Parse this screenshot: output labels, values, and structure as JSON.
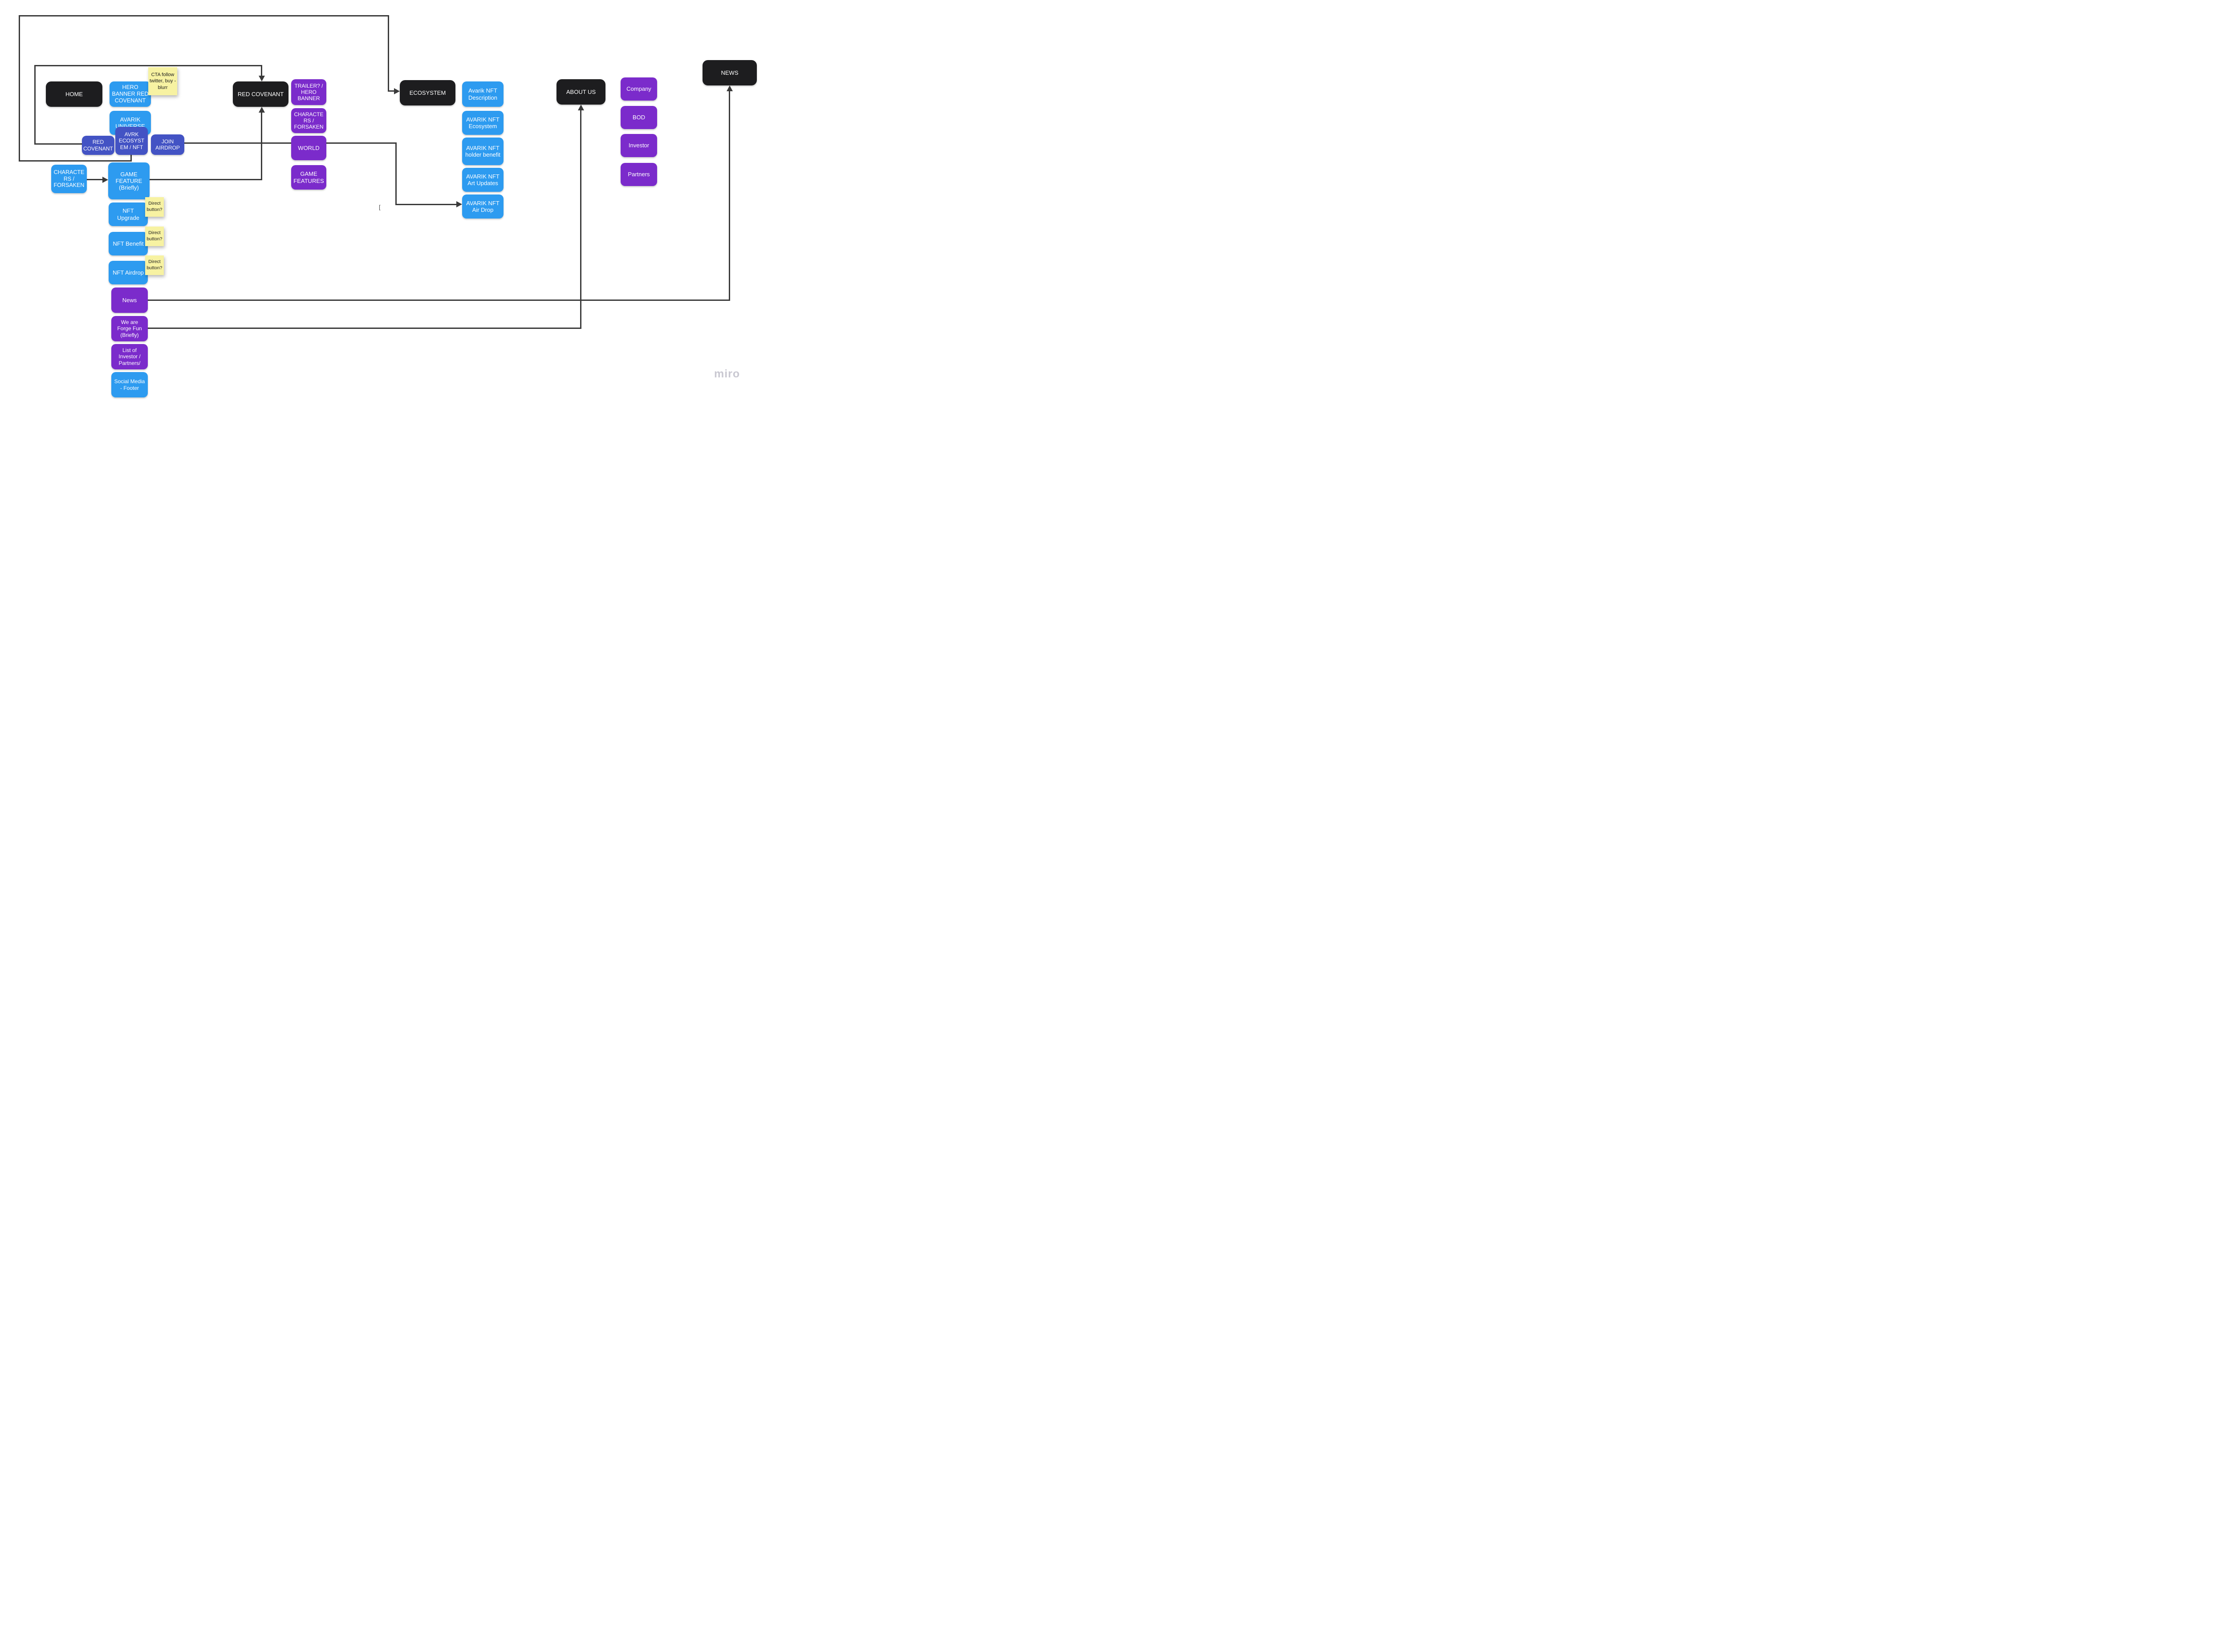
{
  "board": {
    "watermark": "miro",
    "strayGlyph": "[",
    "colors": {
      "page_black": "#1d1d1f",
      "section_blue": "#2d9bf0",
      "section_indigo": "#4353c4",
      "section_purple": "#7b2bcb",
      "sticky_yellow": "#f7f2a2",
      "connector_gray": "#3a3a3a",
      "watermark_gray": "#c9c8d1",
      "text_white": "#ffffff",
      "text_dark": "#1b1b1b"
    },
    "nodes": {
      "home": {
        "label": "HOME"
      },
      "heroBanner": {
        "label": "HERO BANNER RED COVENANT"
      },
      "avarikUniverse": {
        "label": "AVARIK UNIVERSE"
      },
      "avrkEcosystem": {
        "label": "AVRK ECOSYSTEM / NFT"
      },
      "redCovenantNav": {
        "label": "RED COVENANT"
      },
      "joinAirdrop": {
        "label": "JOIN AIRDROP"
      },
      "charactersHome": {
        "label": "CHARACTERS / FORSAKEN"
      },
      "gameFeature": {
        "label": "GAME FEATURE (Briefly)"
      },
      "nftUpgrade": {
        "label": "NFT Upgrade"
      },
      "nftBenefit": {
        "label": "NFT Benefit"
      },
      "nftAirdrop": {
        "label": "NFT Airdrop"
      },
      "newsSection": {
        "label": "News"
      },
      "forgeFun": {
        "label": "We are Forge Fun (Briefly)"
      },
      "investorList": {
        "label": "List of Investor / Partners/"
      },
      "socialFooter": {
        "label": "Social Media - Footer"
      },
      "redCovenantPage": {
        "label": "RED COVENANT"
      },
      "trailerHero": {
        "label": "TRAILER? / HERO BANNER"
      },
      "charactersRc": {
        "label": "CHARACTERS / FORSAKEN"
      },
      "world": {
        "label": "WORLD"
      },
      "gameFeatures": {
        "label": "GAME FEATURES"
      },
      "ecosystemPage": {
        "label": "ECOSYSTEM"
      },
      "avarikDescription": {
        "label": "Avarik NFT Description"
      },
      "avarikEcosystemItem": {
        "label": "AVARIK NFT Ecosystem"
      },
      "avarikHolderBenefit": {
        "label": "AVARIK NFT holder benefit"
      },
      "avarikArtUpdates": {
        "label": "AVARIK NFT Art Updates"
      },
      "avarikAirDrop": {
        "label": "AVARIK NFT Air Drop"
      },
      "aboutUsPage": {
        "label": "ABOUT US"
      },
      "company": {
        "label": "Company"
      },
      "bod": {
        "label": "BOD"
      },
      "investor": {
        "label": "Investor"
      },
      "partners": {
        "label": "Partners"
      },
      "newsPage": {
        "label": "NEWS"
      }
    },
    "stickies": {
      "cta": {
        "label": "CTA follow twitter, buy - blurr"
      },
      "direct1": {
        "label": "Direct button?"
      },
      "direct2": {
        "label": "Direct button?"
      },
      "direct3": {
        "label": "Direct button?"
      }
    }
  }
}
